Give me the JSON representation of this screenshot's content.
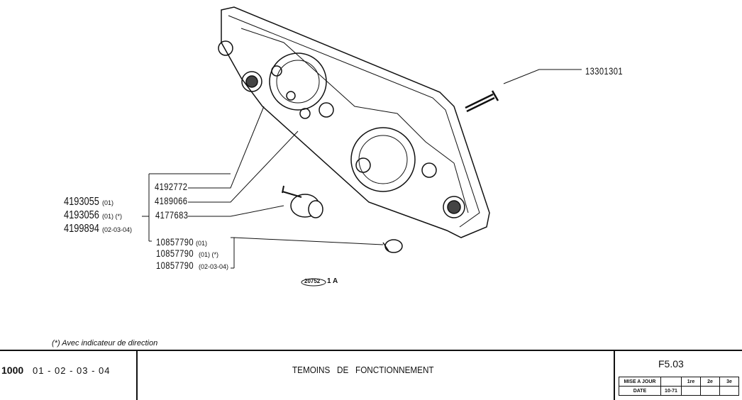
{
  "group_left": [
    {
      "part": "4193055",
      "note": "(01)"
    },
    {
      "part": "4193056",
      "note": "(01) (*)"
    },
    {
      "part": "4199894",
      "note": "(02-03-04)"
    }
  ],
  "group_mid": [
    "4192772",
    "4189066",
    "4177683"
  ],
  "group_bulbs": [
    {
      "part": "10857790",
      "note": "(01)"
    },
    {
      "part": "10857790",
      "note": "(01) (*)"
    },
    {
      "part": "10857790",
      "note": "(02-03-04)"
    }
  ],
  "screw_part": "13301301",
  "figure_ref": {
    "oval": "20752",
    "suffix": "1 A"
  },
  "footnote": "(*) Avec indicateur de direction",
  "footer": {
    "model": "1000",
    "variants": "01 - 02 - 03 - 04",
    "title": "TEMOINS   DE   FONCTIONNEMENT",
    "sheet": "F5.03",
    "update_table": {
      "row1_label": "MISE A JOUR",
      "row2_label": "DATE",
      "date": "10-71",
      "cols": [
        "1re",
        "2e",
        "3e"
      ]
    }
  }
}
